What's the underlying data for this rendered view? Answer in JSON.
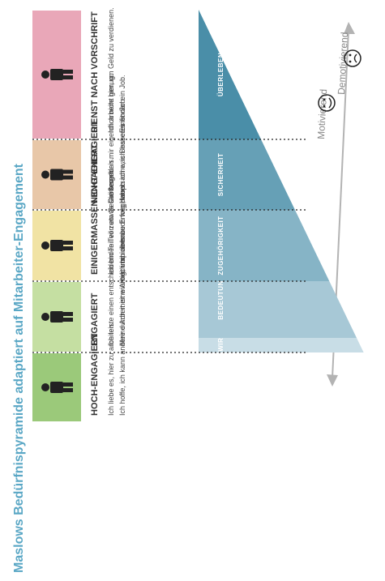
{
  "title": "Maslows Bedürfnispyramide adaptiert auf Mitarbeiter-Engagement",
  "arrow_labels": {
    "left": "Motivierend",
    "right": "Demotivierend"
  },
  "pyramid": [
    {
      "label": "VERWIRKLICHUNG",
      "color": "#c8dde6"
    },
    {
      "label": "BEDEUTUNG",
      "color": "#a7c8d6"
    },
    {
      "label": "ZUGEHÖRIGKEIT",
      "color": "#86b4c6"
    },
    {
      "label": "SICHERHEIT",
      "color": "#66a0b6"
    },
    {
      "label": "ÜBERLEBEN",
      "color": "#4a8ea8"
    }
  ],
  "levels": [
    {
      "heading": "HOCH-ENGAGIERT",
      "lines": [
        "Ich liebe es, hier zu arbeiten.",
        "Ich hoffe, ich kann andere durch meine Arbeit inspirieren."
      ],
      "color": "#9bc97a"
    },
    {
      "heading": "ENGAGIERT",
      "lines": [
        "Ich leiste einen entscheidenden Teil zum Gesamtergebnis.",
        "Meine Arbeit ist wichtig, und ich habe Erfolg dabei."
      ],
      "color": "#c5dfa2"
    },
    {
      "heading": "EINIGERMASSEN ENGAGIERT",
      "lines": [
        "Ich bin Teil von etwas Größerem.",
        "Ich bin aber auch weg, wenn ich was Besseres finde."
      ],
      "color": "#f1e3a4"
    },
    {
      "heading": "NICHT ENGAGIERT",
      "lines": [
        "Die bezahlen mir eigentlich nicht genug.",
        "Hauptsache, ich habe einen Job."
      ],
      "color": "#e8c7a8"
    },
    {
      "heading": "DIENST NACH VORSCHRIFT",
      "lines": [
        "Ich arbeite hier, um Geld zu verdienen.",
        "Es ist nur ein Job."
      ],
      "color": "#e9a7b8"
    }
  ],
  "colors": {
    "title": "#5aa7c5",
    "arrow": "#b3b3b3",
    "text": "#333333",
    "dots": "#222222"
  },
  "icons": [
    "person-icon",
    "person-icon",
    "people-icon",
    "person-icon",
    "person-icon"
  ]
}
